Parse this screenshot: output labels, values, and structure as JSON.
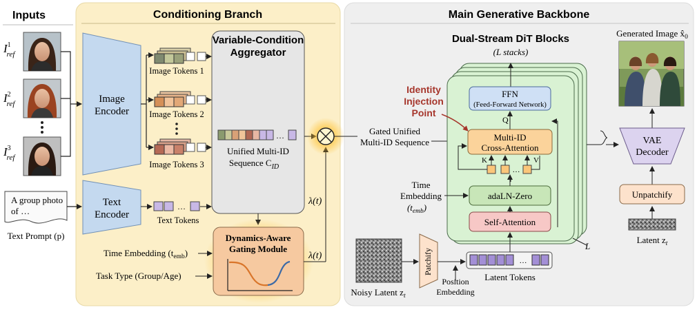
{
  "sections": {
    "inputs": "Inputs",
    "conditioning": "Conditioning Branch",
    "backbone": "Main Generative Backbone"
  },
  "inputs": {
    "ref_labels": [
      {
        "base": "I",
        "sup": "1",
        "sub": "ref"
      },
      {
        "base": "I",
        "sup": "2",
        "sub": "ref"
      },
      {
        "base": "I",
        "sup": "3",
        "sub": "ref"
      }
    ],
    "text_prompt_line1": "A group photo",
    "text_prompt_line2": "of …",
    "text_prompt_caption": "Text Prompt (p)"
  },
  "conditioning": {
    "image_encoder_line1": "Image",
    "image_encoder_line2": "Encoder",
    "text_encoder_line1": "Text",
    "text_encoder_line2": "Encoder",
    "image_tokens": [
      "Image Tokens 1",
      "Image Tokens 2",
      "Image Tokens 3"
    ],
    "text_tokens": "Text Tokens",
    "aggregator_line1": "Variable-Condition",
    "aggregator_line2": "Aggregator",
    "unified_line1": "Unified Multi-ID",
    "unified_line2": "Sequence C",
    "unified_sub": "ID",
    "lambda": "λ(t)",
    "gating_line1": "Dynamics-Aware",
    "gating_line2": "Gating Module",
    "time_embedding": "Time Embedding (t",
    "time_embedding_sub": "emb",
    "task_type": "Task Type (Group/Age)",
    "ellipsis": "…"
  },
  "backbone": {
    "gated_line1": "Gated Unified",
    "gated_line2": "Multi-ID Sequence",
    "dit_title": "Dual-Stream DiT Blocks",
    "dit_subtitle": "(L stacks)",
    "injection_line1": "Identity",
    "injection_line2": "Injection",
    "injection_line3": "Point",
    "ffn_line1": "FFN",
    "ffn_line2": "(Feed-Forward Network)",
    "q": "Q",
    "k": "K",
    "v": "V",
    "cross_line1": "Multi-ID",
    "cross_line2": "Cross-Attention",
    "time_line1": "Time",
    "time_line2": "Embedding",
    "time_line3": "(t",
    "time_sub": "emb",
    "adaln": "adaLN-Zero",
    "self_attn": "Self-Attention",
    "stack_label": "L",
    "noisy_latent": "Noisy Latent z",
    "noisy_sub": "t",
    "patchify": "Patchify",
    "position_line1": "Position",
    "position_line2": "Embedding",
    "latent_tokens": "Latent Tokens",
    "generated_image": "Generated Image x̂",
    "generated_sub": "0",
    "vae_line1": "VAE",
    "vae_line2": "Decoder",
    "unpatchify": "Unpatchify",
    "latent_z": "Latent z",
    "latent_sub": "t"
  },
  "colors": {
    "cond_bg": "#fcefc8",
    "backbone_bg": "#efefef",
    "encoder": "#c4d9ef",
    "gating": "#f6c9a0",
    "dit_block": "#d9f2d3",
    "ffn": "#cfe0f5",
    "cross": "#fbd39b",
    "adaln": "#c8e6b8",
    "self_attn": "#f7c8c6",
    "vae": "#dcd3ef",
    "unpatchify": "#fde2cc"
  }
}
